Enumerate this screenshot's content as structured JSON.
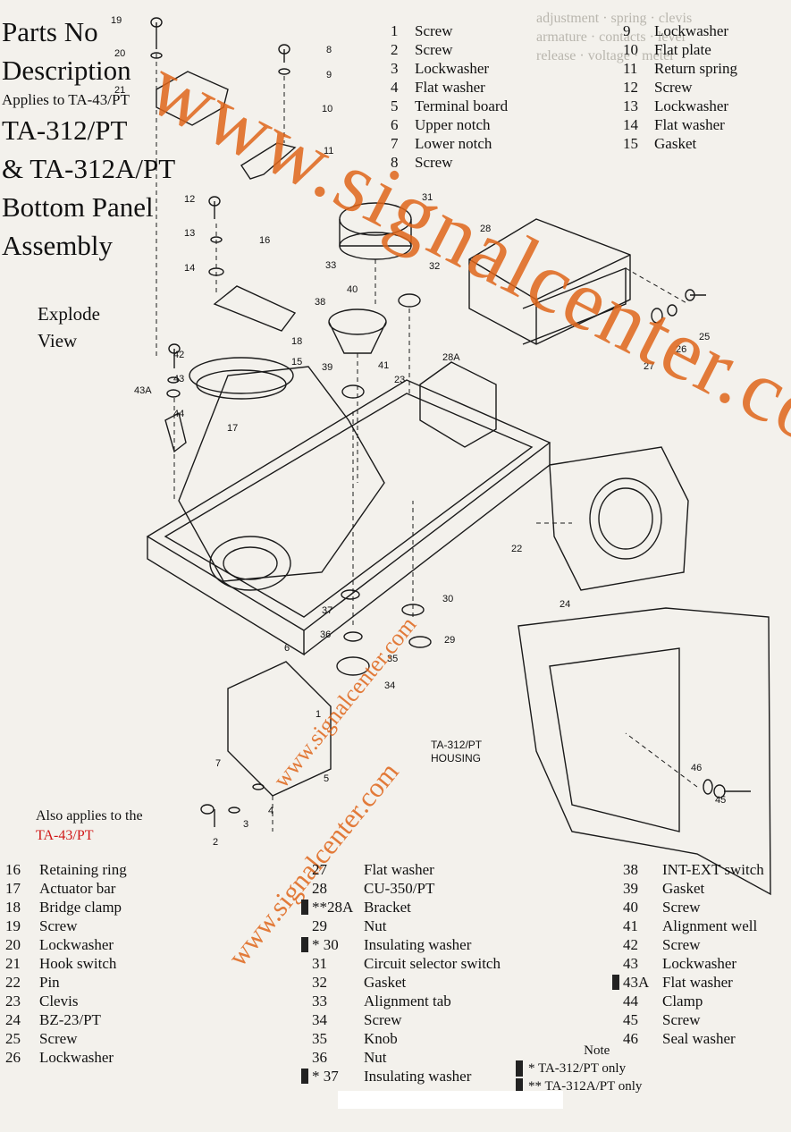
{
  "title": {
    "line1": "Parts No",
    "line2": "Description",
    "applies": "Applies to TA-43/PT",
    "line3": "TA-312/PT",
    "line4": "& TA-312A/PT",
    "line5": "Bottom Panel",
    "line6": "Assembly"
  },
  "explode": {
    "line1": "Explode",
    "line2": "View"
  },
  "also_applies": {
    "text": "Also applies to the",
    "model": "TA-43/PT"
  },
  "housing_label": {
    "line1": "TA-312/PT",
    "line2": "HOUSING"
  },
  "watermarks": {
    "big": "www.signalcenter.com",
    "mid": "www.signalcenter.com",
    "small": "www.signalcenter.com"
  },
  "top_legend_col1": [
    {
      "n": "1",
      "label": "Screw"
    },
    {
      "n": "2",
      "label": "Screw"
    },
    {
      "n": "3",
      "label": "Lockwasher"
    },
    {
      "n": "4",
      "label": "Flat washer"
    },
    {
      "n": "5",
      "label": "Terminal board"
    },
    {
      "n": "6",
      "label": "Upper notch"
    },
    {
      "n": "7",
      "label": "Lower notch"
    },
    {
      "n": "8",
      "label": "Screw"
    }
  ],
  "top_legend_col2": [
    {
      "n": "9",
      "label": "Lockwasher"
    },
    {
      "n": "10",
      "label": "Flat plate"
    },
    {
      "n": "11",
      "label": "Return spring"
    },
    {
      "n": "12",
      "label": "Screw"
    },
    {
      "n": "13",
      "label": "Lockwasher"
    },
    {
      "n": "14",
      "label": "Flat washer"
    },
    {
      "n": "15",
      "label": "Gasket"
    }
  ],
  "bottom_legend_col1": [
    {
      "n": "16",
      "label": "Retaining ring"
    },
    {
      "n": "17",
      "label": "Actuator bar"
    },
    {
      "n": "18",
      "label": "Bridge clamp"
    },
    {
      "n": "19",
      "label": "Screw"
    },
    {
      "n": "20",
      "label": "Lockwasher"
    },
    {
      "n": "21",
      "label": "Hook switch"
    },
    {
      "n": "22",
      "label": "Pin"
    },
    {
      "n": "23",
      "label": "Clevis"
    },
    {
      "n": "24",
      "label": "BZ-23/PT"
    },
    {
      "n": "25",
      "label": "Screw"
    },
    {
      "n": "26",
      "label": "Lockwasher"
    }
  ],
  "bottom_legend_col2": [
    {
      "n": "27",
      "label": "Flat washer",
      "mark": ""
    },
    {
      "n": "28",
      "label": "CU-350/PT",
      "mark": ""
    },
    {
      "n": "**28A",
      "label": "Bracket",
      "mark": "bar"
    },
    {
      "n": "29",
      "label": "Nut",
      "mark": ""
    },
    {
      "n": "* 30",
      "label": "Insulating washer",
      "mark": "bar"
    },
    {
      "n": "31",
      "label": "Circuit selector switch",
      "mark": ""
    },
    {
      "n": "32",
      "label": "Gasket",
      "mark": ""
    },
    {
      "n": "33",
      "label": "Alignment tab",
      "mark": ""
    },
    {
      "n": "34",
      "label": "Screw",
      "mark": ""
    },
    {
      "n": "35",
      "label": "Knob",
      "mark": ""
    },
    {
      "n": "36",
      "label": "Nut",
      "mark": ""
    },
    {
      "n": "* 37",
      "label": "Insulating washer",
      "mark": "bar"
    }
  ],
  "bottom_legend_col3": [
    {
      "n": "38",
      "label": "INT-EXT switch",
      "mark": ""
    },
    {
      "n": "39",
      "label": "Gasket",
      "mark": ""
    },
    {
      "n": "40",
      "label": "Screw",
      "mark": ""
    },
    {
      "n": "41",
      "label": "Alignment well",
      "mark": ""
    },
    {
      "n": "42",
      "label": "Screw",
      "mark": ""
    },
    {
      "n": "43",
      "label": "Lockwasher",
      "mark": ""
    },
    {
      "n": "43A",
      "label": "Flat washer",
      "mark": "bar"
    },
    {
      "n": "44",
      "label": "Clamp",
      "mark": ""
    },
    {
      "n": "45",
      "label": "Screw",
      "mark": ""
    },
    {
      "n": "46",
      "label": "Seal washer",
      "mark": ""
    }
  ],
  "note": {
    "head": "Note",
    "line1": "* TA-312/PT only",
    "line2": "** TA-312A/PT only"
  },
  "callouts": [
    "19",
    "20",
    "21",
    "8",
    "9",
    "10",
    "11",
    "12",
    "13",
    "14",
    "16",
    "31",
    "33",
    "32",
    "28",
    "40",
    "38",
    "39",
    "41",
    "23",
    "28A",
    "18",
    "15",
    "42",
    "43",
    "43A",
    "44",
    "17",
    "25",
    "26",
    "27",
    "22",
    "24",
    "30",
    "29",
    "37",
    "36",
    "35",
    "34",
    "6",
    "1",
    "7",
    "5",
    "4",
    "3",
    "2",
    "45",
    "46"
  ]
}
